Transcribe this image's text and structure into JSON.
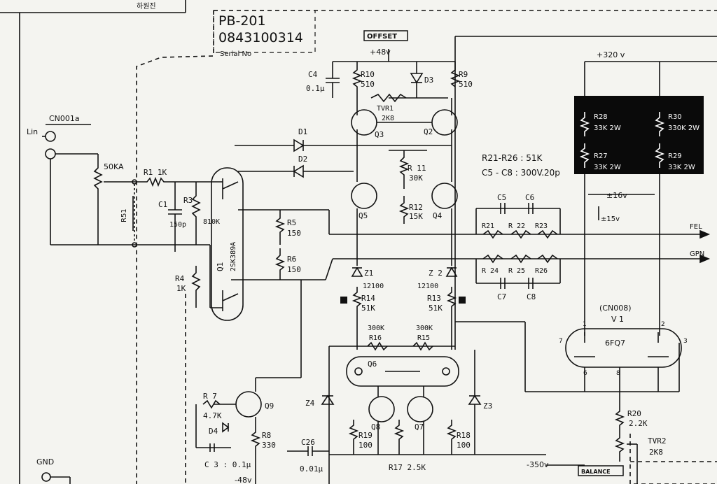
{
  "corner_label": "하원진",
  "board": {
    "model": "PB-201",
    "number": "0843100314",
    "serial_label": "Serial No"
  },
  "tags": {
    "offset": "OFFSET",
    "balance": "BALANCE"
  },
  "rails": {
    "plus48": "+48v",
    "plus320": "+320 v",
    "minus350": "-350v",
    "minus48": "-48v",
    "pm16": "±16v",
    "pm15": "±15v"
  },
  "connectors": {
    "input": "CN001a",
    "input_sym": "Lin",
    "tube_conn": "(CN008)",
    "gnd": "GND",
    "fb": "FEL",
    "gp": "GPN"
  },
  "pot_input": "50KA",
  "notes": {
    "r21_r26": "R21-R26 : 51K",
    "c5_c8": "C5 - C8 : 300V.20p"
  },
  "parts": {
    "R1": "R1 1K",
    "R3": "R3",
    "R3v": "810K",
    "R4": "R4",
    "R4v": "1K",
    "R5": "R5",
    "R5v": "150",
    "R6": "R6",
    "R6v": "150",
    "R7": "R 7",
    "R7v": "4.7K",
    "R8": "R8",
    "R8v": "330",
    "R9": "R9",
    "R9v": "510",
    "R10": "R10",
    "R10v": "510",
    "R11": "R 11",
    "R11v": "30K",
    "R12": "R12",
    "R12v": "15K",
    "R13": "R13",
    "R13v": "51K",
    "R14": "R14",
    "R14v": "51K",
    "R15": "R15",
    "R15v": "300K",
    "R16": "R16",
    "R16v": "300K",
    "R17": "R17 2.5K",
    "R18": "R18",
    "R18v": "100",
    "R19": "R19",
    "R19v": "100",
    "R20": "R20",
    "R20v": "2.2K",
    "R21": "R21",
    "R22": "R 22",
    "R23": "R23",
    "R24": "R 24",
    "R25": "R 25",
    "R26": "R26",
    "R28": "R28",
    "R28v": "33K 2W",
    "R30": "R30",
    "R30v": "330K 2W",
    "R27": "R27",
    "R27v": "33K 2W",
    "R29": "R29",
    "R29v": "33K 2W",
    "C1": "C1",
    "C1v": "150p",
    "C3": "C 3 : 0.1μ",
    "C4": "C4",
    "C4v": "0.1μ",
    "C5": "C5",
    "C6": "C6",
    "C7": "C7",
    "C8": "C8",
    "C26": "C26",
    "C26v": "0.01μ",
    "D1": "D1",
    "D2": "D2",
    "D3": "D3",
    "D4": "D4",
    "Q1": "Q1",
    "Q1v": "2SK389A",
    "Q2": "Q2",
    "Q3": "Q3",
    "Q4": "Q4",
    "Q5": "Q5",
    "Q6": "Q6",
    "Q7": "Q7",
    "Q8": "Q8",
    "Q9": "Q9",
    "Z1": "Z1",
    "Z1v": "12100",
    "Z2": "Z 2",
    "Z2v": "12100",
    "Z3": "Z3",
    "Z4": "Z4",
    "VR1": "TVR1",
    "VR1v": "2K8",
    "VR2": "TVR2",
    "VR2v": "2K8",
    "V1": "V 1",
    "V1v": "6FQ7",
    "R5_1": "R51"
  },
  "tube_pins": {
    "p1": "1",
    "p2": "2",
    "p6": "6",
    "p7": "7",
    "p8": "8",
    "p3": "3"
  },
  "colors": {
    "ink": "#111111",
    "paper": "#f4f4f0",
    "inverse_bg": "#0a0a0a",
    "inverse_fg": "#ffffff"
  }
}
